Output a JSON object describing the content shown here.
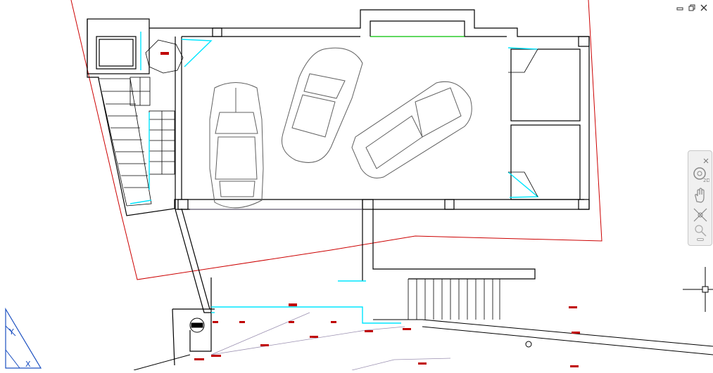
{
  "window": {
    "minimize_icon": "minimize-icon",
    "restore_icon": "restore-icon",
    "close_icon": "close-icon"
  },
  "navbar": {
    "buttons": [
      {
        "name": "steering-wheel",
        "icon": "steering-wheel-icon"
      },
      {
        "name": "pan",
        "icon": "hand-pan-icon"
      },
      {
        "name": "zoom-extents",
        "icon": "zoom-extents-icon"
      },
      {
        "name": "orbit",
        "icon": "orbit-icon"
      }
    ],
    "close_icon": "navbar-close-icon"
  },
  "ucs": {
    "y_label": "Y",
    "x_label": "X"
  },
  "colors": {
    "background": "#ffffff",
    "wall": "#000000",
    "property_line": "#cc0000",
    "glass": "#00e5ff",
    "opening": "#00c000",
    "vehicle": "#606060",
    "annotation": "#c00000",
    "ucs": "#1a4fc0",
    "hidden_line": "#9a8fb0"
  }
}
